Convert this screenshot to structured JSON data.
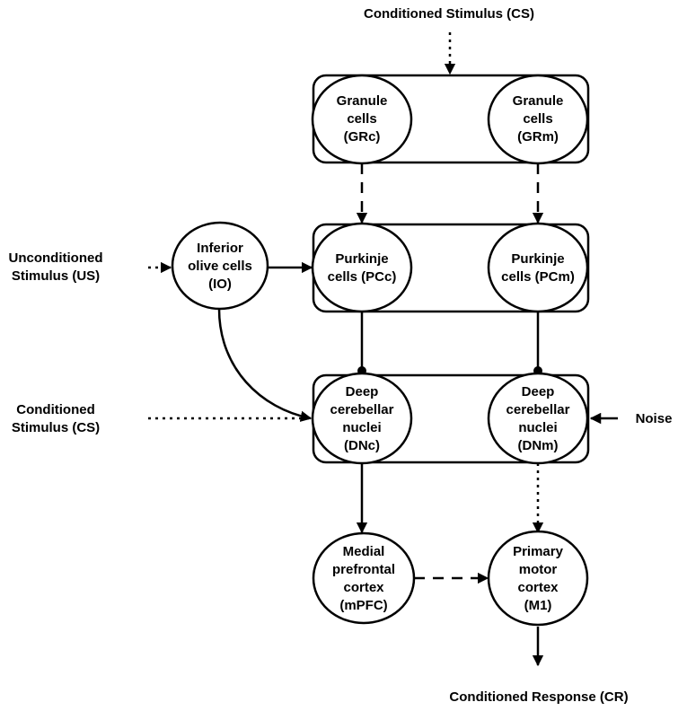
{
  "inputs": {
    "cs_top": "Conditioned Stimulus (CS)",
    "us": [
      "Unconditioned",
      "Stimulus (US)"
    ],
    "cs_left": [
      "Conditioned",
      "Stimulus (CS)"
    ],
    "noise": "Noise"
  },
  "output": {
    "cr": "Conditioned Response (CR)"
  },
  "nodes": {
    "grc": [
      "Granule",
      "cells",
      "(GRc)"
    ],
    "grm": [
      "Granule",
      "cells",
      "(GRm)"
    ],
    "io": [
      "Inferior",
      "olive cells",
      "(IO)"
    ],
    "pcc": [
      "Purkinje",
      "cells (PCc)"
    ],
    "pcm": [
      "Purkinje",
      "cells (PCm)"
    ],
    "dnc": [
      "Deep",
      "cerebellar",
      "nuclei",
      "(DNc)"
    ],
    "dnm": [
      "Deep",
      "cerebellar",
      "nuclei",
      "(DNm)"
    ],
    "mpfc": [
      "Medial",
      "prefrontal",
      "cortex",
      "(mPFC)"
    ],
    "m1": [
      "Primary",
      "motor",
      "cortex",
      "(M1)"
    ]
  }
}
